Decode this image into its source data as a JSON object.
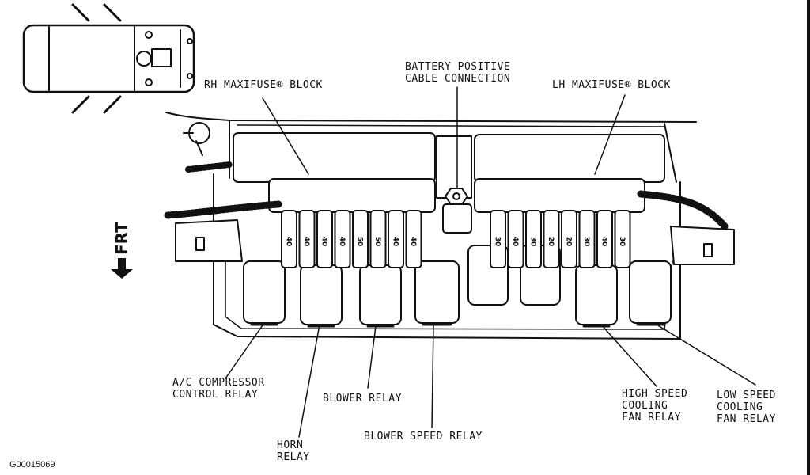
{
  "labels": {
    "rh_block": "RH MAXIFUSE® BLOCK",
    "battery": "BATTERY POSITIVE\nCABLE CONNECTION",
    "lh_block": "LH MAXIFUSE® BLOCK",
    "frt": "FRT",
    "ac_relay": "A/C COMPRESSOR\nCONTROL RELAY",
    "horn_relay": "HORN\nRELAY",
    "blower_relay": "BLOWER RELAY",
    "blower_speed_relay": "BLOWER SPEED RELAY",
    "high_speed_relay": "HIGH SPEED\nCOOLING\nFAN RELAY",
    "low_speed_relay": "LOW SPEED\nCOOLING\nFAN RELAY"
  },
  "figure_code": "G00015069",
  "rh_fuse_ratings": [
    "40",
    "40",
    "40",
    "40",
    "50",
    "50",
    "40",
    "40"
  ],
  "lh_fuse_ratings": [
    "30",
    "40",
    "30",
    "20",
    "20",
    "30",
    "40",
    "30"
  ]
}
